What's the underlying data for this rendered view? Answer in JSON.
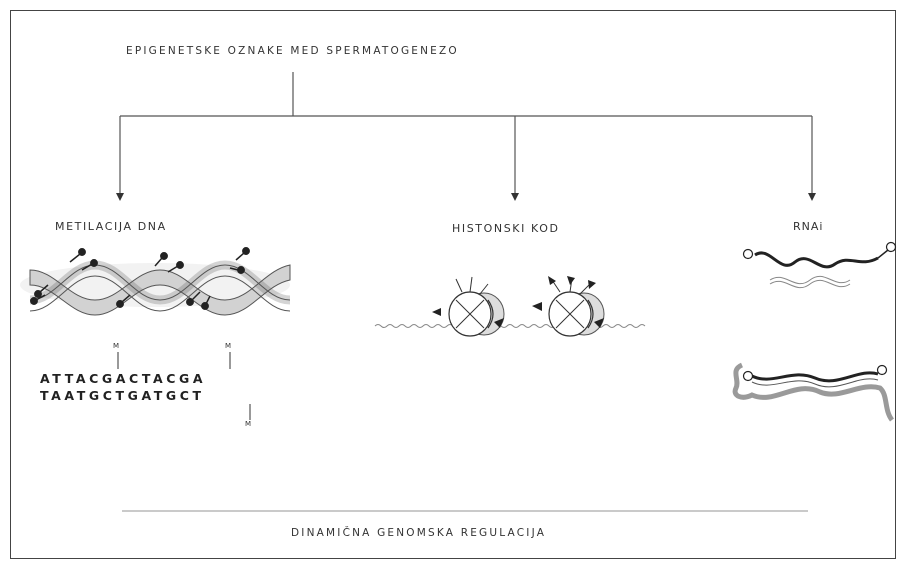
{
  "diagram": {
    "title": "EPIGENETSKE OZNAKE MED SPERMATOGENEZO",
    "categories": [
      {
        "id": "methylation",
        "label": "METILACIJA DNA"
      },
      {
        "id": "histone",
        "label": "HISTONSKI KOD"
      },
      {
        "id": "rnai",
        "label": "RNAi"
      }
    ],
    "sequence": {
      "top": "ATTACGACTACGA",
      "bottom": "TAATGCTGATGCT",
      "mark": "M"
    },
    "footer": "DINAMIČNA GENOMSKA REGULACIJA",
    "colors": {
      "line": "#555555",
      "text": "#333333",
      "helix_fill": "#cfcfcf",
      "rna_gray": "#8a8a8a"
    },
    "icons": [
      "dna-helix-icon",
      "methyl-group-icon",
      "nucleosome-icon",
      "rna-strand-icon",
      "arrowhead-icon"
    ]
  }
}
